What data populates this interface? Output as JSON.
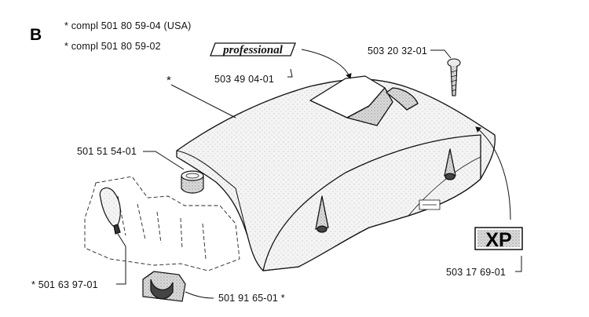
{
  "section_letter": "B",
  "kits": {
    "usa": "* compl 501 80 59-04 (USA)",
    "standard": "* compl 501 80 59-02"
  },
  "badges": {
    "professional": "professional",
    "xp": "XP"
  },
  "parts": {
    "professional_decal": "503 49 04-01",
    "screw": "503 20 32-01",
    "top_cover_marker": "*",
    "plug": "501 51 54-01",
    "xp_decal": "503 17 69-01",
    "knob": "* 501  63 97-01",
    "clip": "501 91 65-01  *"
  },
  "colors": {
    "line": "#111111",
    "cover_fill": "#f2f2f2",
    "shade": "#cfcfcf"
  }
}
